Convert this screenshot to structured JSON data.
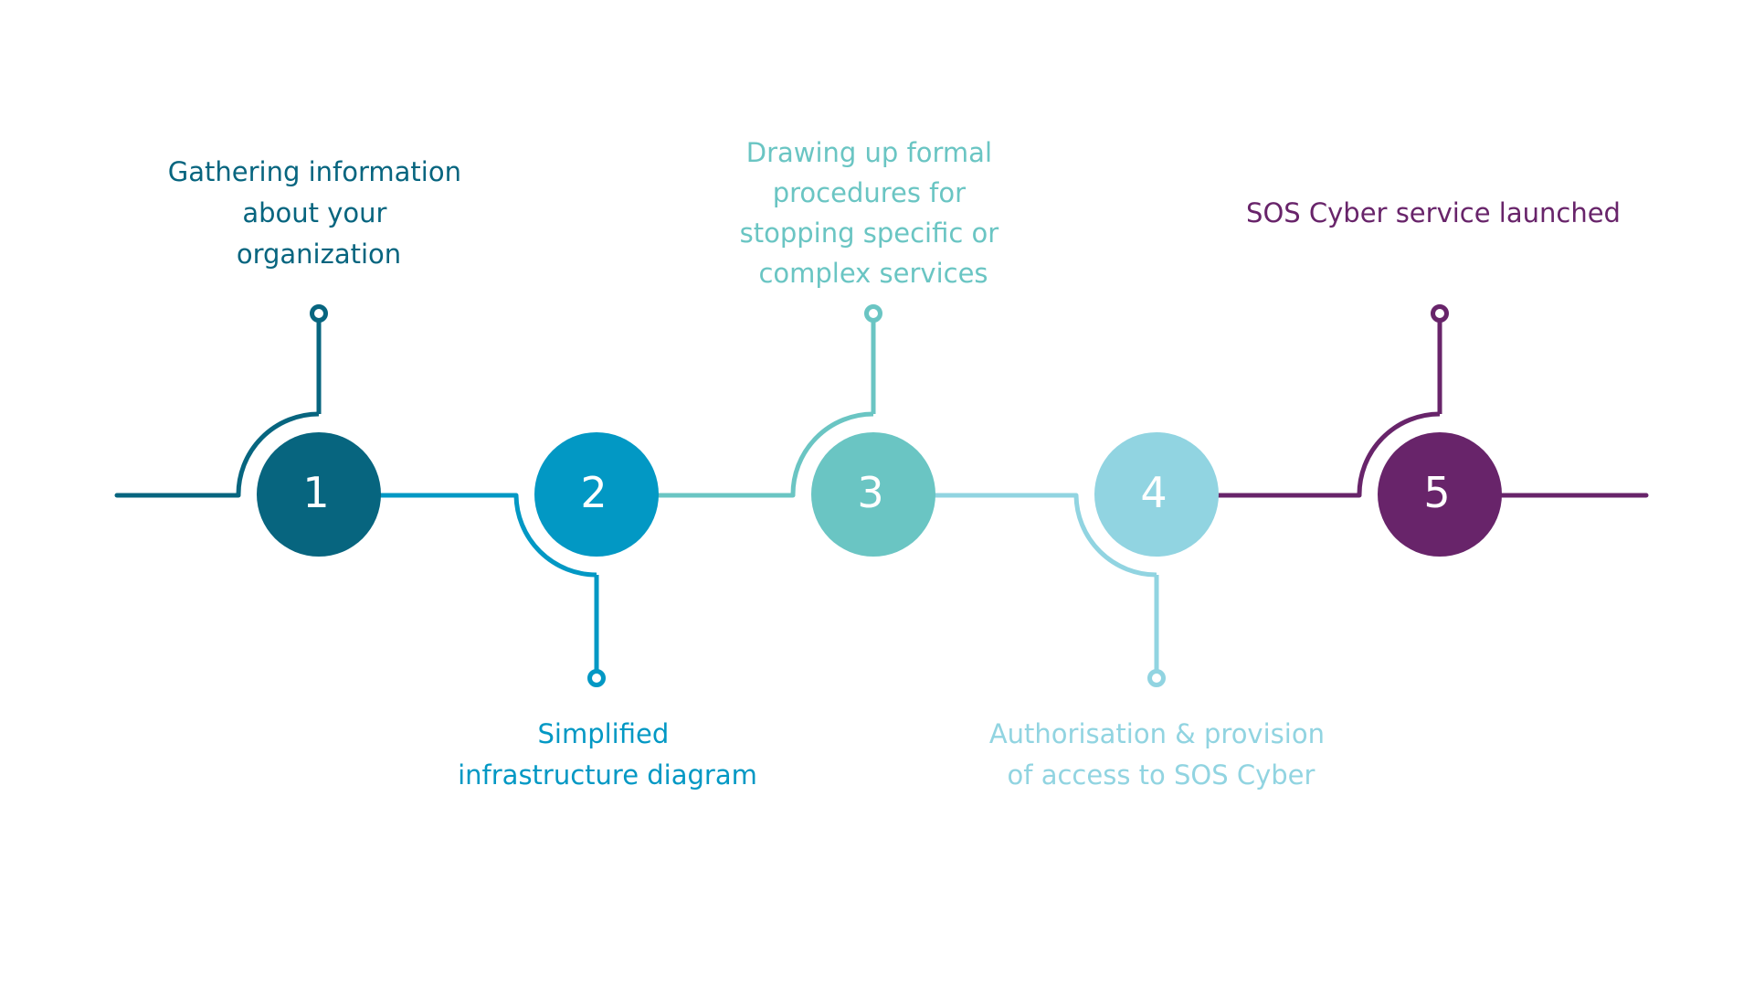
{
  "steps": [
    {
      "number": "1",
      "color": "#07657F",
      "position": "top",
      "label_lines": [
        "Gathering information",
        "about your",
        "organization"
      ]
    },
    {
      "number": "2",
      "color": "#0298C4",
      "position": "bottom",
      "label_lines": [
        "Simplified",
        "infrastructure diagram"
      ]
    },
    {
      "number": "3",
      "color": "#6AC5C3",
      "position": "top",
      "label_lines": [
        "Drawing up formal",
        "procedures for",
        "stopping specific or",
        "complex services"
      ]
    },
    {
      "number": "4",
      "color": "#91D4E1",
      "position": "bottom",
      "label_lines": [
        "Authorisation & provision",
        "of access to SOS Cyber"
      ]
    },
    {
      "number": "5",
      "color": "#68246A",
      "position": "top",
      "label_lines": [
        "SOS Cyber service launched"
      ]
    }
  ],
  "number_text_color": "#ffffff",
  "background": "#ffffff"
}
